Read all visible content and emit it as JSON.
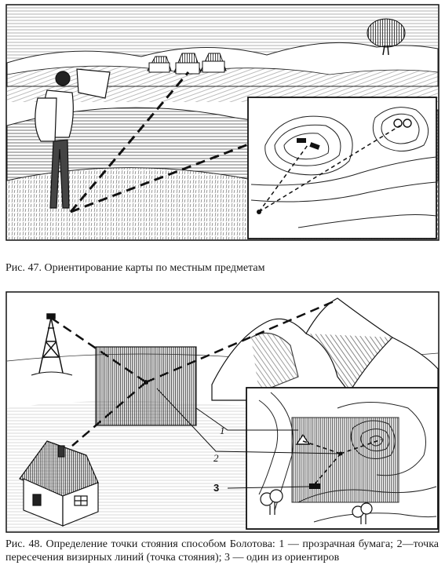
{
  "figure47": {
    "caption": "Рис. 47. Ориентирование карты по местным предметам"
  },
  "figure48": {
    "caption": "Рис. 48. Определение точки стояния способом Болотова: 1 — прозрачная бумага; 2—точка пересечения визирных линий (точка стояния); 3 — один из ориентиров",
    "labels": {
      "one": "1",
      "two": "2",
      "three": "3"
    }
  }
}
